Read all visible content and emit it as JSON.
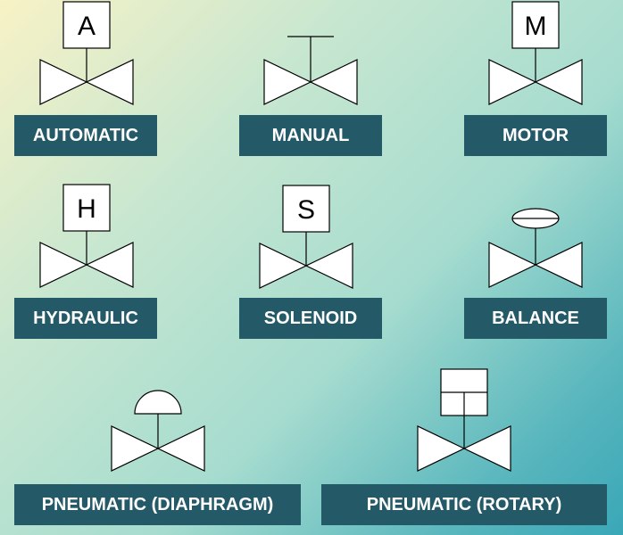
{
  "colors": {
    "label_bg": "#245a68",
    "label_text": "#ffffff",
    "symbol_fill": "#ffffff",
    "symbol_stroke": "#000000"
  },
  "actuators": {
    "automatic": {
      "letter": "A",
      "label": "AUTOMATIC"
    },
    "manual": {
      "label": "MANUAL"
    },
    "motor": {
      "letter": "M",
      "label": "MOTOR"
    },
    "hydraulic": {
      "letter": "H",
      "label": "HYDRAULIC"
    },
    "solenoid": {
      "letter": "S",
      "label": "SOLENOID"
    },
    "balance": {
      "label": "BALANCE"
    },
    "pneumatic_diaphragm": {
      "label": "PNEUMATIC (DIAPHRAGM)"
    },
    "pneumatic_rotary": {
      "label": "PNEUMATIC (ROTARY)"
    }
  }
}
